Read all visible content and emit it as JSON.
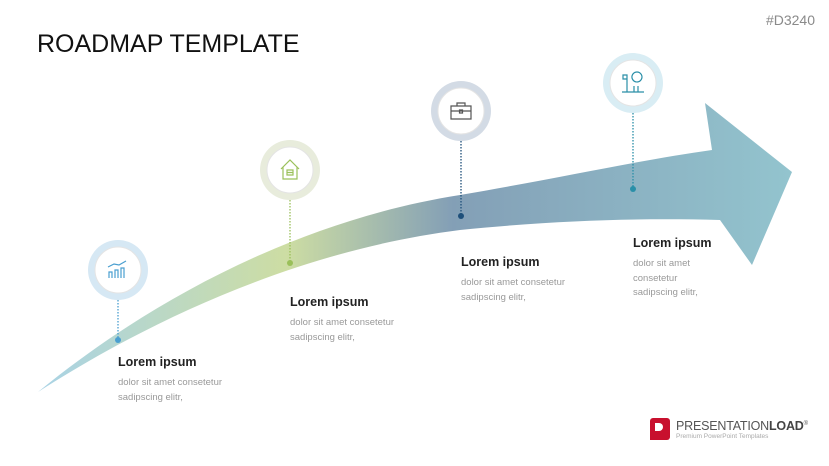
{
  "code": "#D3240",
  "title": "ROADMAP TEMPLATE",
  "steps": [
    {
      "icon": "chart-growth-icon",
      "title": "Lorem ipsum",
      "desc": [
        "dolor sit amet consetetur",
        "sadipscing elitr,"
      ],
      "ring": "#d6e8f4",
      "line": "#4a9fd0"
    },
    {
      "icon": "house-icon",
      "title": "Lorem ipsum",
      "desc": [
        "dolor sit amet consetetur",
        "sadipscing elitr,"
      ],
      "ring": "#e8ecdc",
      "line": "#9ac05a"
    },
    {
      "icon": "briefcase-icon",
      "title": "Lorem ipsum",
      "desc": [
        "dolor sit amet consetetur",
        "sadipscing elitr,"
      ],
      "ring": "#d3dbe5",
      "line": "#1e4f7a"
    },
    {
      "icon": "lightbulb-flag-icon",
      "title": "Lorem ipsum",
      "desc": [
        "dolor sit amet",
        "consetetur",
        "sadipscing elitr,"
      ],
      "ring": "#d9edf4",
      "line": "#2a8fa8"
    }
  ],
  "logo": {
    "brand_light": "PRESENTATION",
    "brand_bold": "LOAD",
    "reg": "®",
    "tagline": "Premium PowerPoint Templates"
  }
}
